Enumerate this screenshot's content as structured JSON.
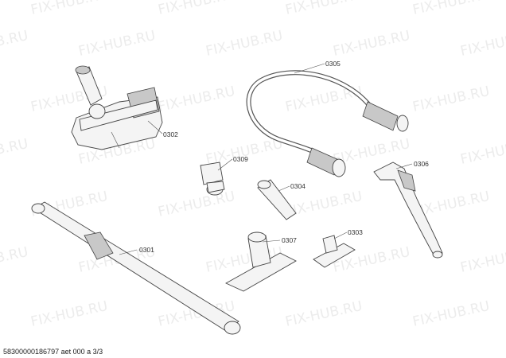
{
  "watermark": "FIX-HUB.RU",
  "parts": [
    {
      "id": "0301"
    },
    {
      "id": "0302"
    },
    {
      "id": "0303"
    },
    {
      "id": "0304"
    },
    {
      "id": "0305"
    },
    {
      "id": "0306"
    },
    {
      "id": "0307"
    },
    {
      "id": "0309"
    }
  ],
  "footer": "58300000186797 aet 000 a 3/3"
}
